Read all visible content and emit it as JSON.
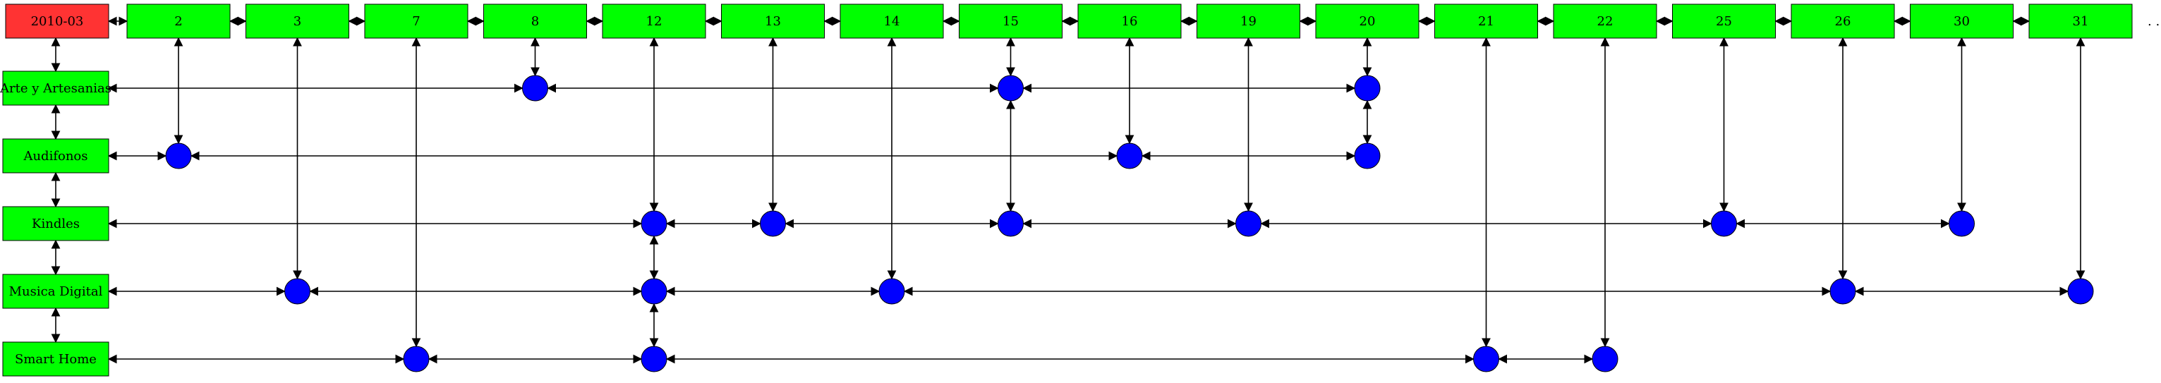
{
  "month": "2010-03",
  "days": [
    "2",
    "3",
    "7",
    "8",
    "12",
    "13",
    "14",
    "15",
    "16",
    "19",
    "20",
    "21",
    "22",
    "25",
    "26",
    "30",
    "31"
  ],
  "categories": [
    "Arte y Artesanias",
    "Audifonos",
    "Kindles",
    "Musica Digital",
    "Smart Home"
  ],
  "events": {
    "Arte y Artesanias": [
      "8",
      "15",
      "20"
    ],
    "Audifonos": [
      "2",
      "16",
      "20"
    ],
    "Kindles": [
      "12",
      "13",
      "15",
      "19",
      "25",
      "30"
    ],
    "Musica Digital": [
      "3",
      "12",
      "14",
      "26",
      "31"
    ],
    "Smart Home": [
      "7",
      "12",
      "21",
      "22"
    ]
  },
  "trailing_marker": ". .",
  "colors": {
    "header_month": "#ff3333",
    "day_box": "#00ff00",
    "category_box": "#00ff00",
    "event_dot": "#0000ff",
    "edge": "#000000"
  }
}
